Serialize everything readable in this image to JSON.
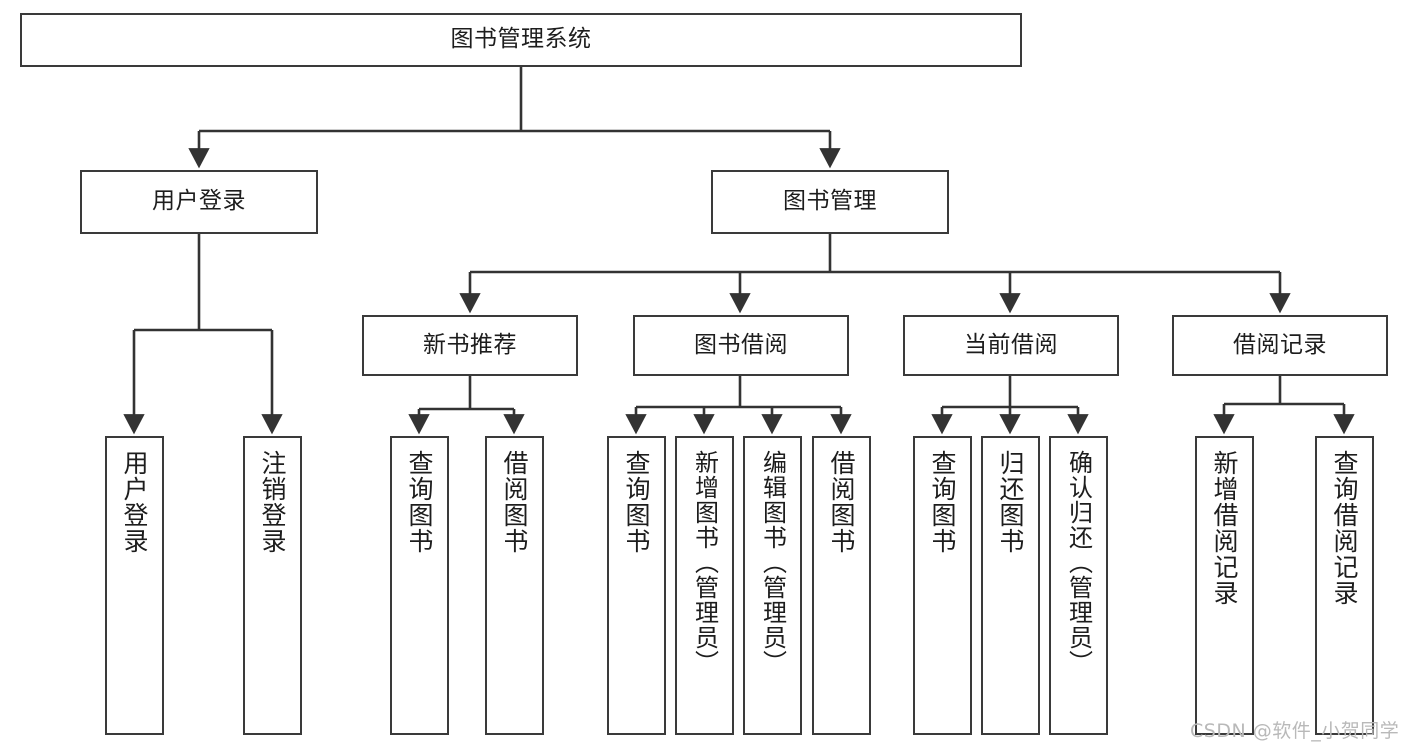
{
  "diagram": {
    "title": "图书管理系统",
    "type": "tree",
    "orientation": "top-down",
    "colors": {
      "box_border": "#3a3a3a",
      "box_fill": "#ffffff",
      "edge": "#333333",
      "text": "#1d1d1d",
      "watermark": "#b9b9b9",
      "background": "#ffffff"
    },
    "nodes": {
      "root": {
        "label": "图书管理系统"
      },
      "level2": [
        {
          "label": "用户登录"
        },
        {
          "label": "图书管理"
        }
      ],
      "level3": [
        {
          "label": "新书推荐"
        },
        {
          "label": "图书借阅"
        },
        {
          "label": "当前借阅"
        },
        {
          "label": "借阅记录"
        }
      ],
      "leaves": {
        "user_login": [
          {
            "label": "用户登录"
          },
          {
            "label": "注销登录"
          }
        ],
        "new_book_recommend": [
          {
            "label": "查询图书"
          },
          {
            "label": "借阅图书"
          }
        ],
        "book_borrow": [
          {
            "label": "查询图书"
          },
          {
            "label": "新增图书（管理员）"
          },
          {
            "label": "编辑图书（管理员）"
          },
          {
            "label": "借阅图书"
          }
        ],
        "current_borrow": [
          {
            "label": "查询图书"
          },
          {
            "label": "归还图书"
          },
          {
            "label": "确认归还（管理员）"
          }
        ],
        "borrow_record": [
          {
            "label": "新增借阅记录"
          },
          {
            "label": "查询借阅记录"
          }
        ]
      }
    }
  },
  "watermark": {
    "text": "CSDN @软件_小贺同学"
  }
}
